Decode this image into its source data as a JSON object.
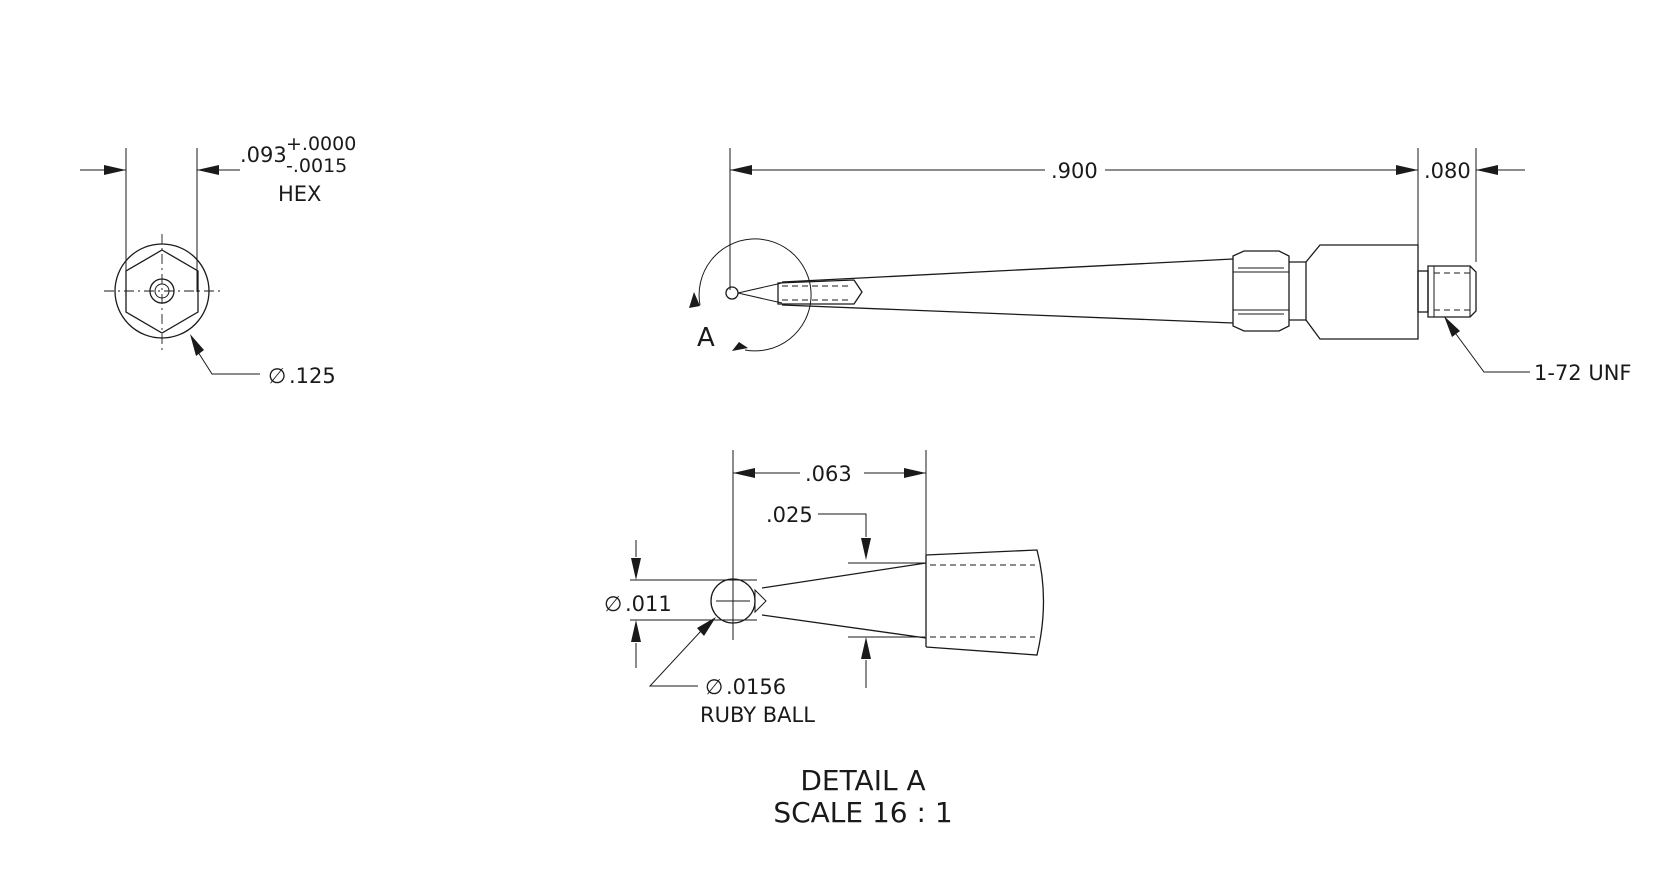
{
  "colors": {
    "ink": "#1a1a1a",
    "paper": "#ffffff"
  },
  "end_view": {
    "hex_dim_nominal": ".093",
    "hex_tol_plus": "+.0000",
    "hex_tol_minus": "-.0015",
    "hex_label": "HEX",
    "diameter_symbol": "∅",
    "diameter_value": ".125"
  },
  "side_view": {
    "length_dim": ".900",
    "thread_length_dim": ".080",
    "thread_label": "1-72 UNF",
    "detail_callout": "A"
  },
  "detail_view": {
    "width_dim": ".063",
    "stem_dim": ".025",
    "neck_diameter": ".011",
    "ball_diameter": ".0156",
    "ball_label": "RUBY BALL",
    "title": "DETAIL A",
    "scale": "SCALE 16 : 1"
  }
}
